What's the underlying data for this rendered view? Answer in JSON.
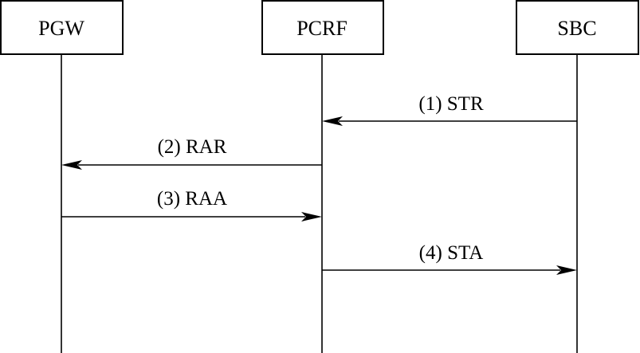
{
  "entities": {
    "pgw": "PGW",
    "pcrf": "PCRF",
    "sbc": "SBC"
  },
  "messages": [
    {
      "label": "(1) STR",
      "from": "SBC",
      "to": "PCRF"
    },
    {
      "label": "(2) RAR",
      "from": "PCRF",
      "to": "PGW"
    },
    {
      "label": "(3) RAA",
      "from": "PGW",
      "to": "PCRF"
    },
    {
      "label": "(4) STA",
      "from": "PCRF",
      "to": "SBC"
    }
  ]
}
